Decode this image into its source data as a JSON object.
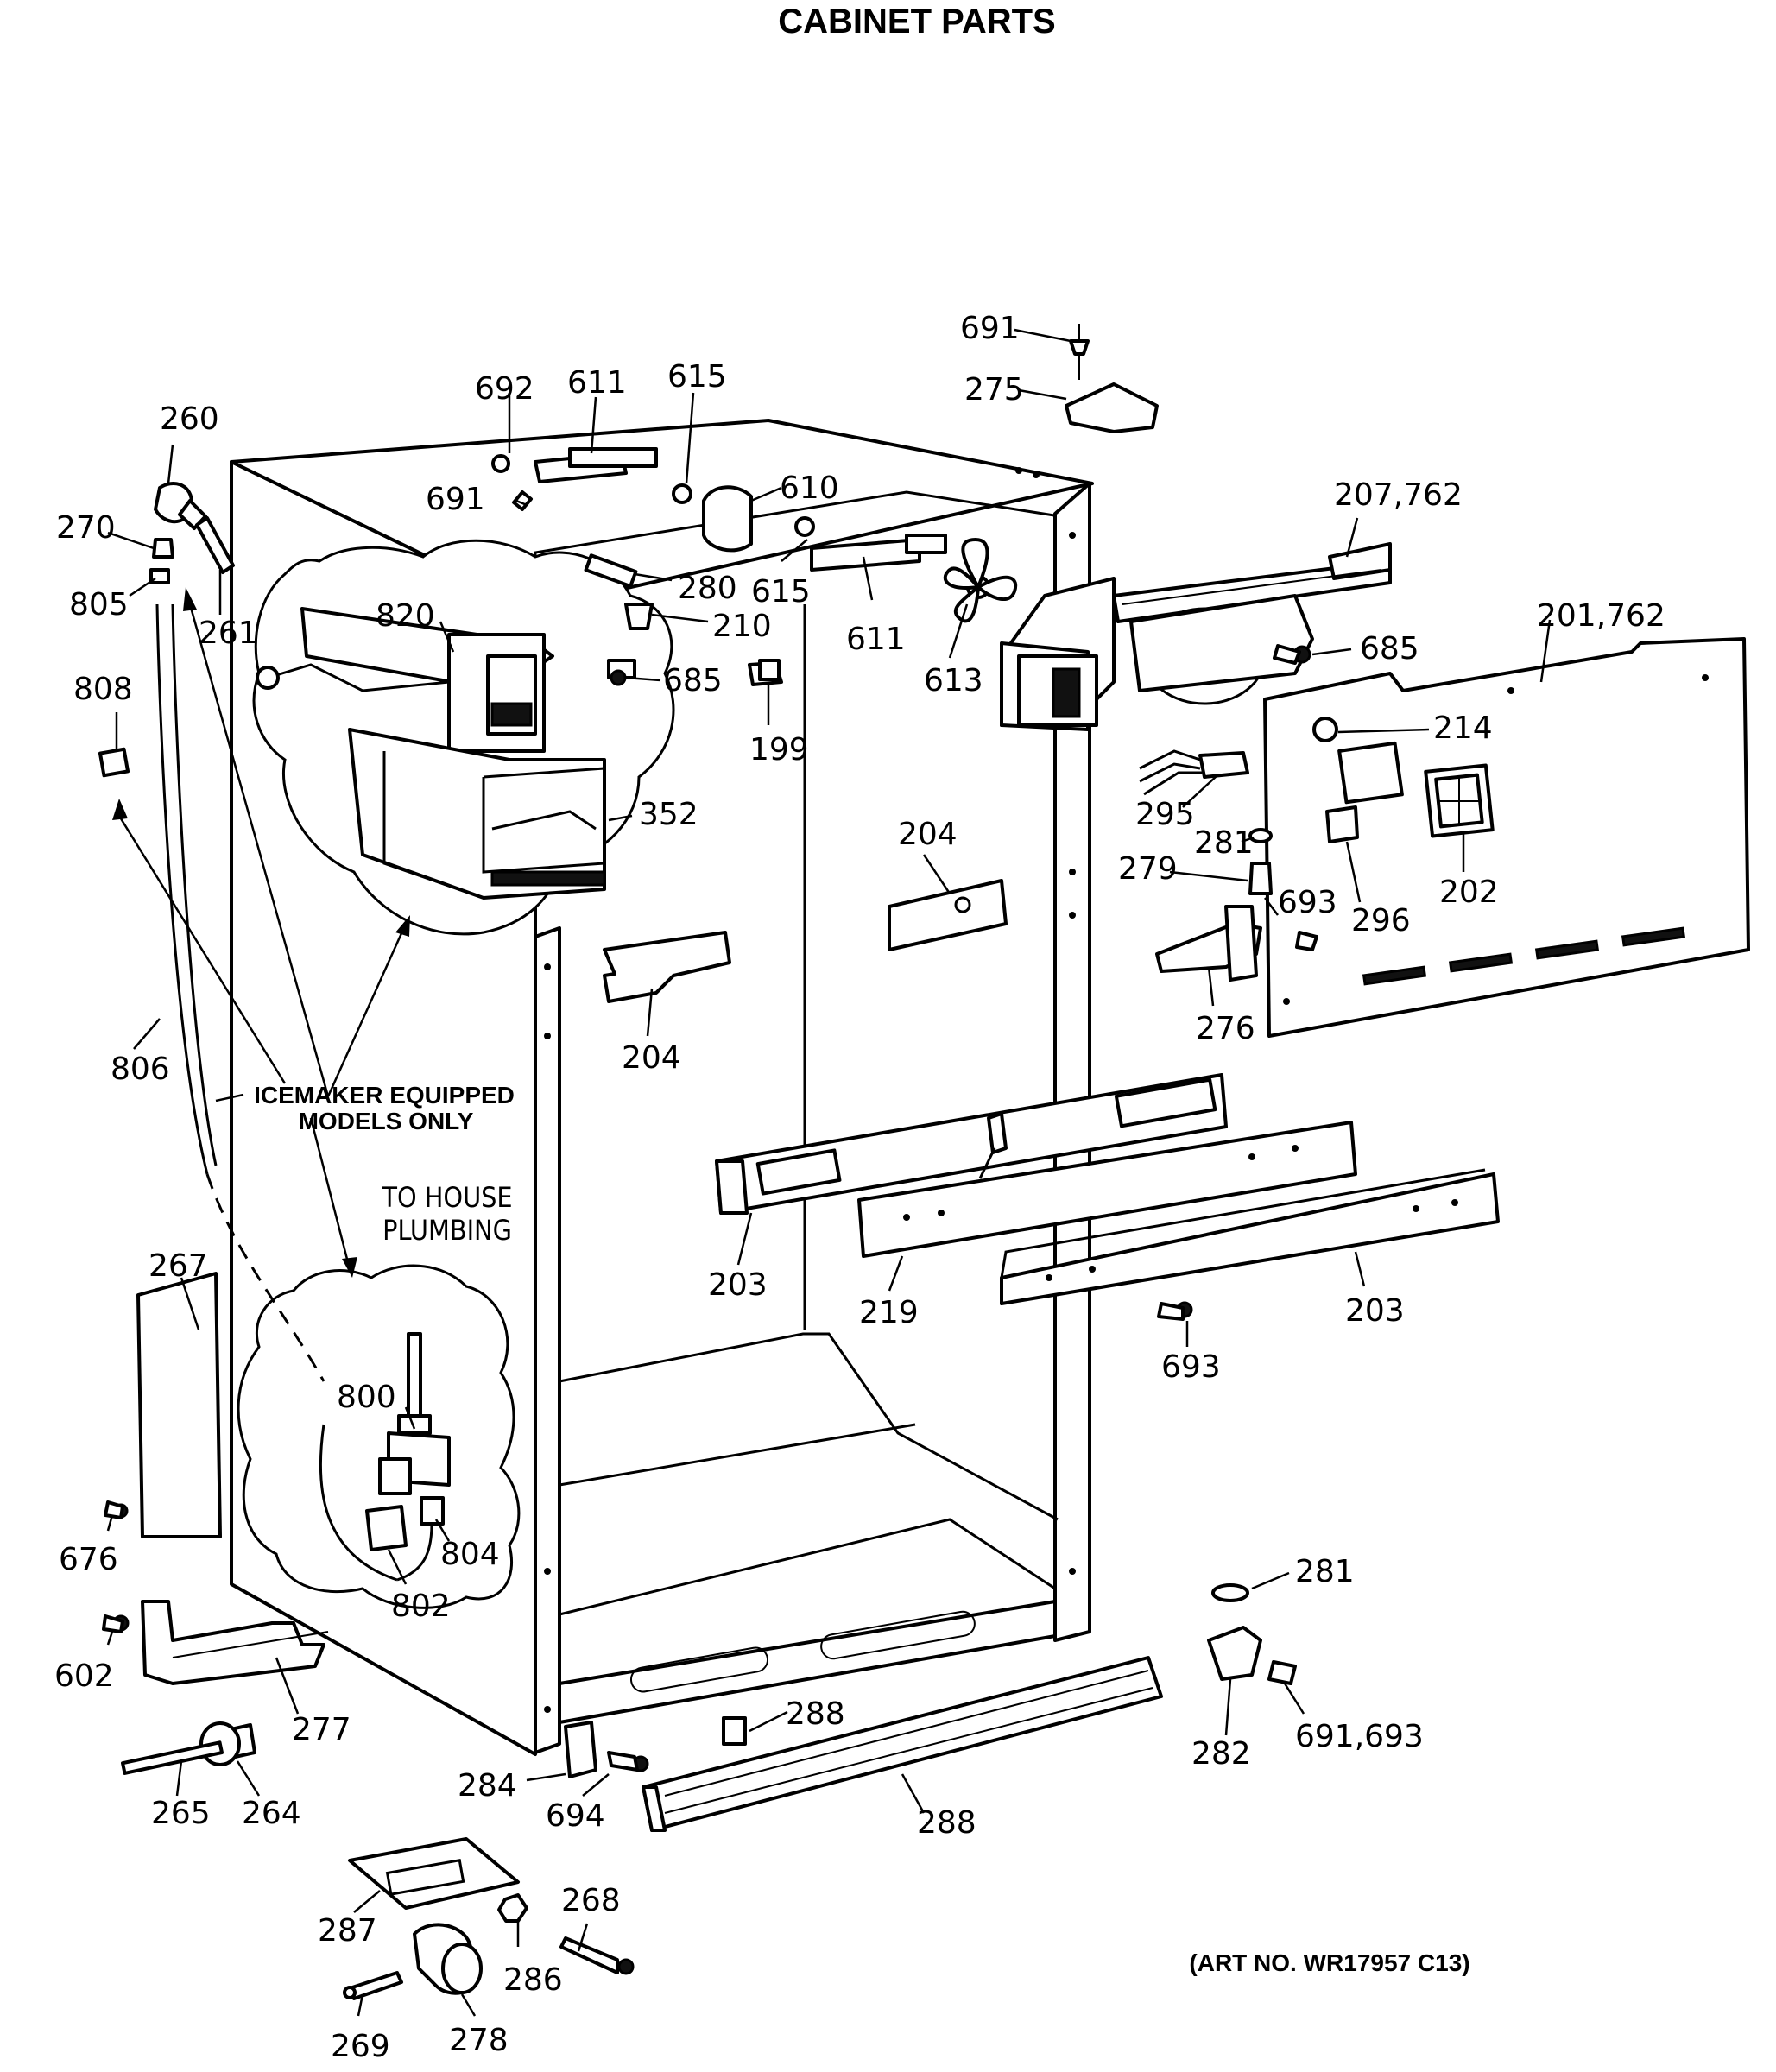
{
  "title": "CABINET PARTS",
  "art_number": "(ART NO. WR17957 C13)",
  "callouts": {
    "icemaker_line1": "ICEMAKER EQUIPPED",
    "icemaker_line2": "MODELS ONLY",
    "plumbing_line1": "TO HOUSE",
    "plumbing_line2": "PLUMBING"
  },
  "labels": {
    "p691_top": "691",
    "p275": "275",
    "p692": "692",
    "p611_top": "611",
    "p615_top": "615",
    "p260": "260",
    "p610": "610",
    "p691_mid": "691",
    "p207_762": "207,762",
    "p270": "270",
    "p280": "280",
    "p615_mid": "615",
    "p805": "805",
    "p261": "261",
    "p820": "820",
    "p210": "210",
    "p611_mid": "611",
    "p685_right": "685",
    "p201_762": "201,762",
    "p808": "808",
    "p685_left": "685",
    "p613": "613",
    "p199": "199",
    "p214": "214",
    "p352": "352",
    "p295": "295",
    "p204_right": "204",
    "p281_top": "281",
    "p279": "279",
    "p693_right": "693",
    "p296": "296",
    "p202": "202",
    "p276": "276",
    "p204_left": "204",
    "p806": "806",
    "p203_left": "203",
    "p219": "219",
    "p203_right": "203",
    "p693_mid": "693",
    "p267": "267",
    "p800": "800",
    "p804": "804",
    "p676": "676",
    "p802": "802",
    "p281_bottom": "281",
    "p602": "602",
    "p277": "277",
    "p288_top": "288",
    "p282": "282",
    "p691_693": "691,693",
    "p265": "265",
    "p264": "264",
    "p284": "284",
    "p694": "694",
    "p288_bottom": "288",
    "p268": "268",
    "p287": "287",
    "p286": "286",
    "p269": "269",
    "p278": "278"
  }
}
